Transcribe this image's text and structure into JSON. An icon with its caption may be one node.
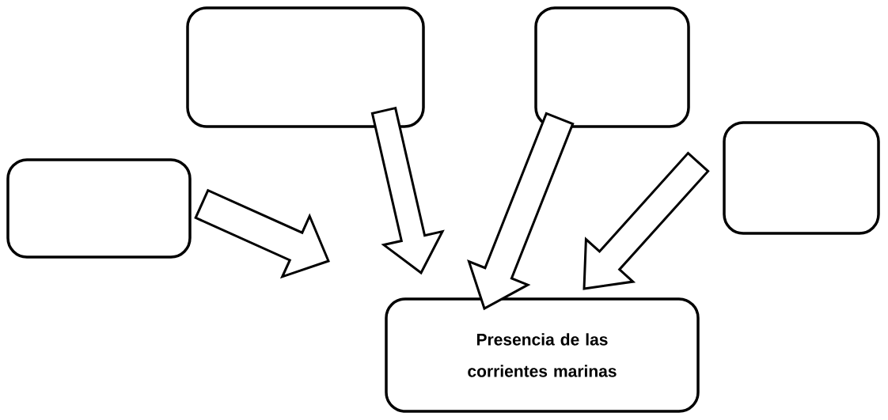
{
  "diagram": {
    "nodes": [
      {
        "text": [],
        "shape": "box"
      },
      {
        "text": [],
        "shape": "box"
      },
      {
        "text": [],
        "shape": "box"
      },
      {
        "text": [],
        "shape": "box"
      },
      {
        "text": [
          "Presencia de las corrientes marinas"
        ]
      }
    ],
    "edges": [
      {
        "from": 0,
        "to": 4,
        "arrow": "to"
      },
      {
        "from": 1,
        "to": 4,
        "arrow": "to"
      },
      {
        "from": 2,
        "to": 4,
        "arrow": "to"
      },
      {
        "from": 3,
        "to": 4,
        "arrow": "to"
      }
    ]
  }
}
